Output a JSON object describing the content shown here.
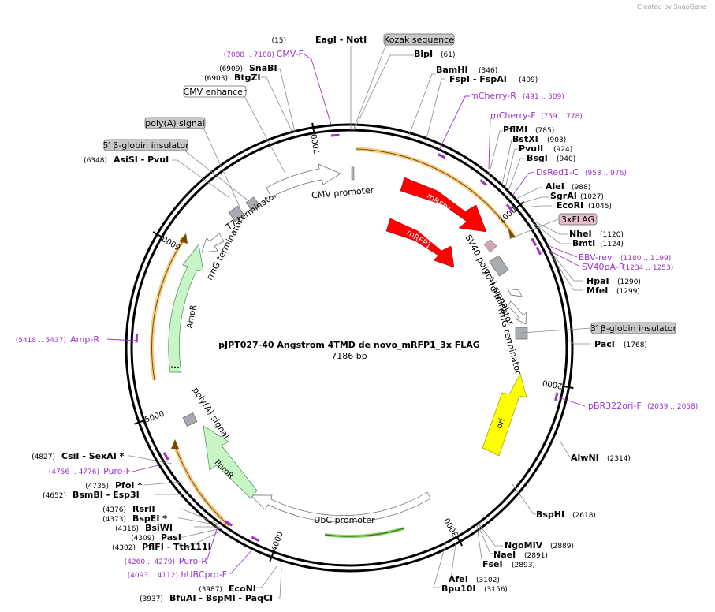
{
  "credit": "Created by SnapGene",
  "plasmid": {
    "name": "pJPT027-40 Angstrom 4TMD de novo_mRFP1_3x FLAG",
    "size_label": "7186 bp",
    "length": 7186
  },
  "ticks": [
    {
      "pos": 1000,
      "label": "1000"
    },
    {
      "pos": 2000,
      "label": "2000"
    },
    {
      "pos": 3000,
      "label": "3000"
    },
    {
      "pos": 4000,
      "label": "4000"
    },
    {
      "pos": 5000,
      "label": "5000"
    },
    {
      "pos": 6000,
      "label": "6000"
    },
    {
      "pos": 7000,
      "label": "7000"
    }
  ],
  "enzymes": [
    {
      "text": "EagI  - NotI",
      "pos_label": "(15)",
      "pos": 15
    },
    {
      "text": "BlpI",
      "pos_label": "(61)",
      "pos": 61
    },
    {
      "text": "BamHI",
      "pos_label": "(346)",
      "pos": 346
    },
    {
      "text": "FspI  - FspAI",
      "pos_label": "(409)",
      "pos": 409
    },
    {
      "text": "PflMI",
      "pos_label": "(785)",
      "pos": 785
    },
    {
      "text": "BstXI",
      "pos_label": "(903)",
      "pos": 903
    },
    {
      "text": "PvuII",
      "pos_label": "(924)",
      "pos": 924
    },
    {
      "text": "BsgI",
      "pos_label": "(940)",
      "pos": 940
    },
    {
      "text": "AleI",
      "pos_label": "(988)",
      "pos": 988
    },
    {
      "text": "SgrAI",
      "pos_label": "(1027)",
      "pos": 1027
    },
    {
      "text": "EcoRI",
      "pos_label": "(1045)",
      "pos": 1045
    },
    {
      "text": "NheI",
      "pos_label": "(1120)",
      "pos": 1120
    },
    {
      "text": "BmtI",
      "pos_label": "(1124)",
      "pos": 1124
    },
    {
      "text": "HpaI",
      "pos_label": "(1290)",
      "pos": 1290
    },
    {
      "text": "MfeI",
      "pos_label": "(1299)",
      "pos": 1299
    },
    {
      "text": "PacI",
      "pos_label": "(1768)",
      "pos": 1768
    },
    {
      "text": "AlwNI",
      "pos_label": "(2314)",
      "pos": 2314
    },
    {
      "text": "BspHI",
      "pos_label": "(2618)",
      "pos": 2618
    },
    {
      "text": "NgoMIV",
      "pos_label": "(2889)",
      "pos": 2889
    },
    {
      "text": "NaeI",
      "pos_label": "(2891)",
      "pos": 2891
    },
    {
      "text": "FseI",
      "pos_label": "(2893)",
      "pos": 2893
    },
    {
      "text": "AfeI",
      "pos_label": "(3102)",
      "pos": 3102
    },
    {
      "text": "Bpu10I",
      "pos_label": "(3156)",
      "pos": 3156
    },
    {
      "text": "EcoNI",
      "pos_label": "(3987)",
      "pos": 3987
    },
    {
      "text": "BfuAI  - BspMI  - PaqCI",
      "pos_label": "(3937)",
      "pos": 3937
    },
    {
      "text": "PflFI  - Tth111I",
      "pos_label": "(4302)",
      "pos": 4302
    },
    {
      "text": "PasI",
      "pos_label": "(4309)",
      "pos": 4309
    },
    {
      "text": "BsiWI",
      "pos_label": "(4316)",
      "pos": 4316
    },
    {
      "text": "BspEI *",
      "pos_label": "(4373)",
      "pos": 4373
    },
    {
      "text": "RsrII",
      "pos_label": "(4376)",
      "pos": 4376
    },
    {
      "text": "BsmBI  - Esp3I",
      "pos_label": "(4652)",
      "pos": 4652
    },
    {
      "text": "PfoI *",
      "pos_label": "(4735)",
      "pos": 4735
    },
    {
      "text": "CsiI  - SexAI *",
      "pos_label": "(4827)",
      "pos": 4827
    },
    {
      "text": "AsiSI  - PvuI",
      "pos_label": "(6348)",
      "pos": 6348
    },
    {
      "text": "BtgZI",
      "pos_label": "(6903)",
      "pos": 6903
    },
    {
      "text": "SnaBI",
      "pos_label": "(6909)",
      "pos": 6909
    }
  ],
  "primers": [
    {
      "name": "CMV-F",
      "range": "(7088 .. 7108)",
      "start": 7088,
      "end": 7108
    },
    {
      "name": "mCherry-R",
      "range": "(491 .. 509)",
      "start": 491,
      "end": 509
    },
    {
      "name": "mCherry-F",
      "range": "(759 .. 778)",
      "start": 759,
      "end": 778
    },
    {
      "name": "DsRed1-C",
      "range": "(953 .. 976)",
      "start": 953,
      "end": 976
    },
    {
      "name": "EBV-rev",
      "range": "(1180 .. 1199)",
      "start": 1180,
      "end": 1199
    },
    {
      "name": "SV40pA-R",
      "range": "(1234 .. 1253)",
      "start": 1234,
      "end": 1253
    },
    {
      "name": "pBR322ori-F",
      "range": "(2039 .. 2058)",
      "start": 2039,
      "end": 2058
    },
    {
      "name": "Puro-F",
      "range": "(4756 .. 4776)",
      "start": 4756,
      "end": 4776
    },
    {
      "name": "Puro-R",
      "range": "(4260 .. 4279)",
      "start": 4260,
      "end": 4279
    },
    {
      "name": "hUBCpro-F",
      "range": "(4093 .. 4112)",
      "start": 4093,
      "end": 4112
    },
    {
      "name": "Amp-R",
      "range": "(5418 .. 5437)",
      "start": 5418,
      "end": 5437
    }
  ],
  "boxed_labels": [
    {
      "text": "Kozak sequence",
      "color": "#c8c8c8",
      "pos": 5
    },
    {
      "text": "3xFLAG",
      "color": "#e8bccb",
      "pos": 1070
    },
    {
      "text": "3′ β-globin insulator",
      "color": "#c8c8c8",
      "pos": 1700
    },
    {
      "text": "CMV enhancer",
      "color": "#ffffff",
      "pos": 6750
    },
    {
      "text": "poly(A) signal",
      "color": "#c8c8c8",
      "pos": 6540
    },
    {
      "text": "5′ β-globin insulator",
      "color": "#c8c8c8",
      "pos": 6480
    }
  ],
  "features": [
    {
      "name": "mRFP1",
      "color": "#ff0000"
    },
    {
      "name": "mRFP1",
      "color": "#ff0000"
    },
    {
      "name": "SV40 poly(A) signal",
      "color": "#c8c8c8"
    },
    {
      "name": "T7 terminator",
      "color": "#c8c8c8"
    },
    {
      "name": "rrnG terminator",
      "color": "#ffffff"
    },
    {
      "name": "ori",
      "color": "#ffff00"
    },
    {
      "name": "UbC promoter",
      "color": "#ffffff"
    },
    {
      "name": "PuroR",
      "color": "#c8f5c8"
    },
    {
      "name": "poly(A) signal",
      "color": "#c8c8c8"
    },
    {
      "name": "AmpR",
      "color": "#c8f5c8"
    },
    {
      "name": "rrnG terminator",
      "color": "#ffffff"
    },
    {
      "name": "T7 terminator",
      "color": "#c8c8c8"
    },
    {
      "name": "CMV promoter",
      "color": "#ffffff"
    }
  ],
  "colors": {
    "backbone": "#000000",
    "orf": "#f0a020",
    "primer": "#9a32cd",
    "label_line": "#8a8a8a"
  }
}
